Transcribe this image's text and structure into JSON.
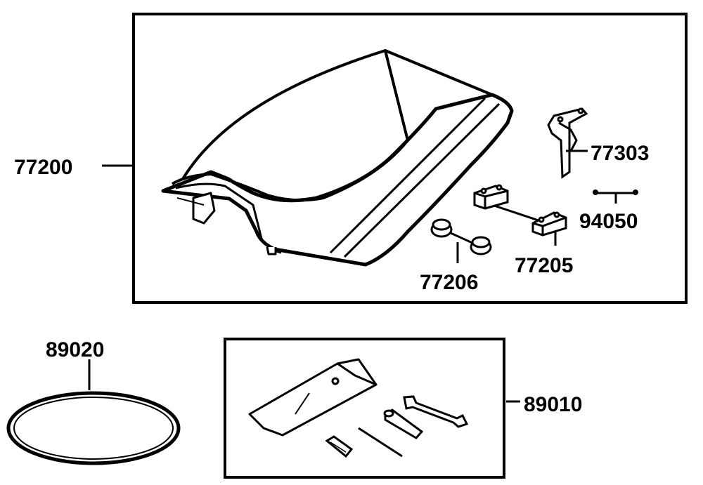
{
  "parts": {
    "seat_assembly": "77200",
    "latch": "77303",
    "screw": "94050",
    "bumper_block": "77205",
    "rubber_stop": "77206",
    "band": "89020",
    "tool_kit": "89010"
  },
  "colors": {
    "line": "#000000",
    "background": "#ffffff"
  },
  "icons": [
    "seat-icon",
    "latch-icon",
    "screw-icon",
    "bumper-block-icon",
    "rubber-stop-icon",
    "band-icon",
    "tool-bag-icon",
    "wrench-icon",
    "screwdriver-icon",
    "spark-plug-wrench-icon",
    "handle-icon"
  ]
}
